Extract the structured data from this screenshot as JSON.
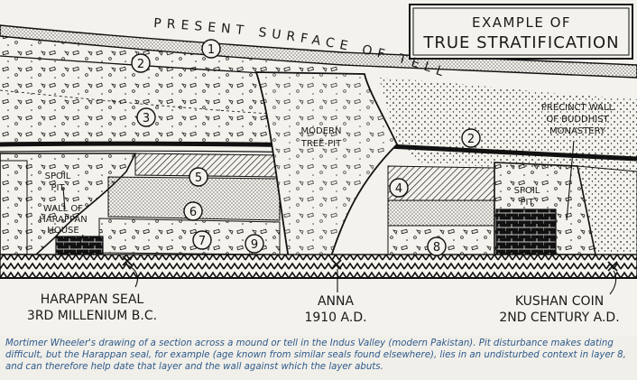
{
  "title": {
    "line1": "EXAMPLE OF",
    "line2": "TRUE STRATIFICATION"
  },
  "surface_label": "PRESENT SURFACE OF TELL",
  "layers": [
    {
      "id": "layer-1",
      "label": "1"
    },
    {
      "id": "layer-2-left",
      "label": "2"
    },
    {
      "id": "layer-2-right",
      "label": "2"
    },
    {
      "id": "layer-3",
      "label": "3"
    },
    {
      "id": "layer-4",
      "label": "4"
    },
    {
      "id": "layer-5",
      "label": "5"
    },
    {
      "id": "layer-6",
      "label": "6"
    },
    {
      "id": "layer-7",
      "label": "7"
    },
    {
      "id": "layer-8",
      "label": "8"
    },
    {
      "id": "layer-9",
      "label": "9"
    }
  ],
  "features": {
    "tree_pit": [
      "MODERN",
      "TREE-PIT"
    ],
    "spoil_pit_left": [
      "SPOIL",
      "PIT"
    ],
    "spoil_pit_right": [
      "SPOIL",
      "PIT"
    ],
    "house_wall": [
      "WALL OF",
      "HARAPPAN",
      "HOUSE"
    ],
    "precinct_wall": [
      "PRECINCT WALL",
      "OF BUDDHIST",
      "MONASTERY"
    ]
  },
  "finds": {
    "harappan": [
      "HARAPPAN SEAL",
      "3RD MILLENIUM B.C."
    ],
    "anna": [
      "ANNA",
      "1910 A.D."
    ],
    "kushan": [
      "KUSHAN COIN",
      "2ND CENTURY A.D."
    ]
  },
  "caption": "Mortimer Wheeler's drawing of a section across a mound or tell in the Indus Valley (modern Pakistan). Pit disturbance makes dating difficult, but the Harappan seal, for example (age known from similar seals found elsewhere), lies in an undisturbed context in layer 8, and can therefore help date that layer and the wall against which the layer abuts."
}
